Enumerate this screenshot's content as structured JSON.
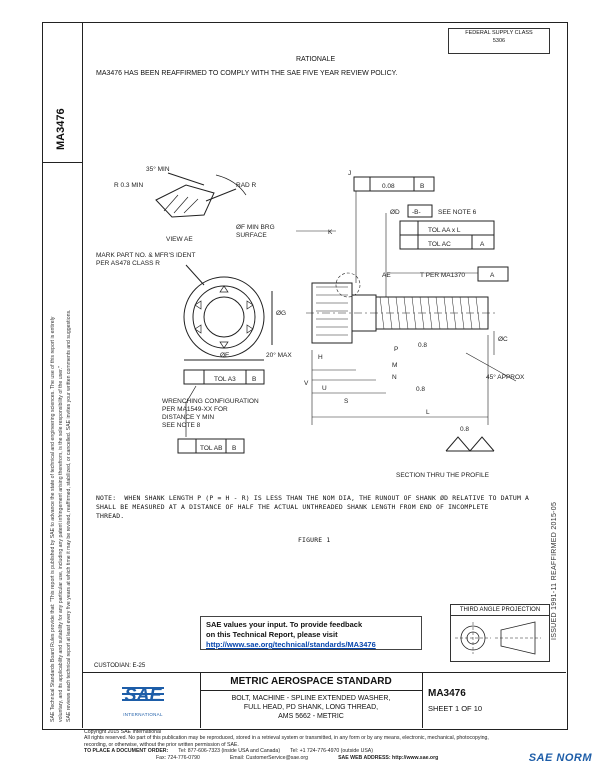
{
  "top_box": {
    "line1": "FEDERAL SUPPLY CLASS",
    "line2": "5306"
  },
  "rationale": {
    "heading": "RATIONALE",
    "text": "MA3476 HAS BEEN REAFFIRMED TO COMPLY WITH THE SAE FIVE YEAR REVIEW POLICY."
  },
  "doc_number_vertical": "MA3476",
  "left_margin": {
    "line1": "SAE Technical Standards Board Rules provide that: \"This report is published by SAE to advance the state of technical and engineering sciences. The use of this report is entirely",
    "line2": "voluntary, and its applicability and suitability for any particular use, including any patent infringement arising therefrom, is the sole responsibility of the user.\"",
    "line3": "SAE reviews each technical report at least every five years at which time it may be revised, reaffirmed, stabilized, or cancelled. SAE invites your written comments and suggestions."
  },
  "right_vertical": "ISSUED 1991-11   REAFFIRMED 2015-05",
  "figure": {
    "labels": {
      "angle35": "35° MIN",
      "r03": "R 0.3 MIN",
      "radr": "RAD R",
      "viewae": "VIEW AE",
      "fmin": "ØF MIN BRG",
      "surface": "SURFACE",
      "mark1": "MARK PART NO. & MFR'S IDENT",
      "mark2": "PER AS478 CLASS R",
      "og": "ØG",
      "oe": "ØE",
      "twenty": "20° MAX",
      "tol_a3": "TOL A3",
      "b_a": "B",
      "wrench1": "WRENCHING CONFIGURATION",
      "wrench2": "PER MA1549-XX FOR",
      "wrench3": "DISTANCE Y MIN",
      "wrench4": "SEE NOTE 8",
      "tol_ab": "TOL AB",
      "b_b": "B",
      "j": "J",
      "val008": "0.08",
      "b_c": "B",
      "od": "ØD",
      "b_d": "-B-",
      "see6": "SEE NOTE 6",
      "k": "K",
      "tolaa": "TOL AA x L",
      "tolac": "TOL AC",
      "a_a": "A",
      "ae": "AE",
      "tper": "T PER MA1370",
      "a_b": "A",
      "oc": "ØC",
      "p": "P",
      "h": "H",
      "m": "M",
      "n": "N",
      "v": "V",
      "u": "U",
      "l": "L",
      "s": "S",
      "v08a": "0.8",
      "v08b": "0.8",
      "v08c": "0.8",
      "approx": "45° APPROX",
      "section": "SECTION THRU THE PROFILE"
    }
  },
  "note": {
    "label": "NOTE:",
    "line1": "WHEN SHANK LENGTH P (P = H - R) IS LESS THAN THE NOM DIA, THE RUNOUT OF SHANK ØD RELATIVE TO DATUM A",
    "line2": "SHALL BE MEASURED AT A DISTANCE OF HALF THE ACTUAL UNTHREADED SHANK LENGTH FROM END OF INCOMPLETE",
    "line3": "THREAD."
  },
  "figure_caption": "FIGURE 1",
  "projection_label": "THIRD ANGLE PROJECTION",
  "feedback": {
    "line1": "SAE values your input. To provide feedback",
    "line2": "on this Technical Report, please visit",
    "link": "http://www.sae.org/technical/standards/MA3476"
  },
  "custodian": "CUSTODIAN: E-25",
  "title_block": {
    "logo_text": "SAE",
    "logo_sub": "INTERNATIONAL",
    "header": "METRIC AEROSPACE STANDARD",
    "desc1": "BOLT, MACHINE - SPLINE EXTENDED WASHER,",
    "desc2": "FULL HEAD, PD SHANK, LONG THREAD,",
    "desc3": "AMS 5662 - METRIC",
    "doc": "MA3476",
    "sheet": "SHEET 1 OF 10"
  },
  "footer": {
    "copyright": "Copyright 2015 SAE International",
    "rights": "All rights reserved. No part of this publication may be reproduced, stored in a retrieval system or transmitted, in any form or by any means, electronic, mechanical, photocopying,",
    "rights2": "recording, or otherwise, without the prior written permission of SAE.",
    "order_label": "TO PLACE A DOCUMENT ORDER:",
    "tel1": "Tel: 877-606-7323 (inside USA and Canada)",
    "tel2": "Tel: +1 724-776-4970 (outside USA)",
    "fax": "Fax: 724-776-0790",
    "email": "Email: CustomerService@sae.org",
    "web": "SAE WEB ADDRESS: http://www.sae.org"
  },
  "watermark": "SAE NORM"
}
